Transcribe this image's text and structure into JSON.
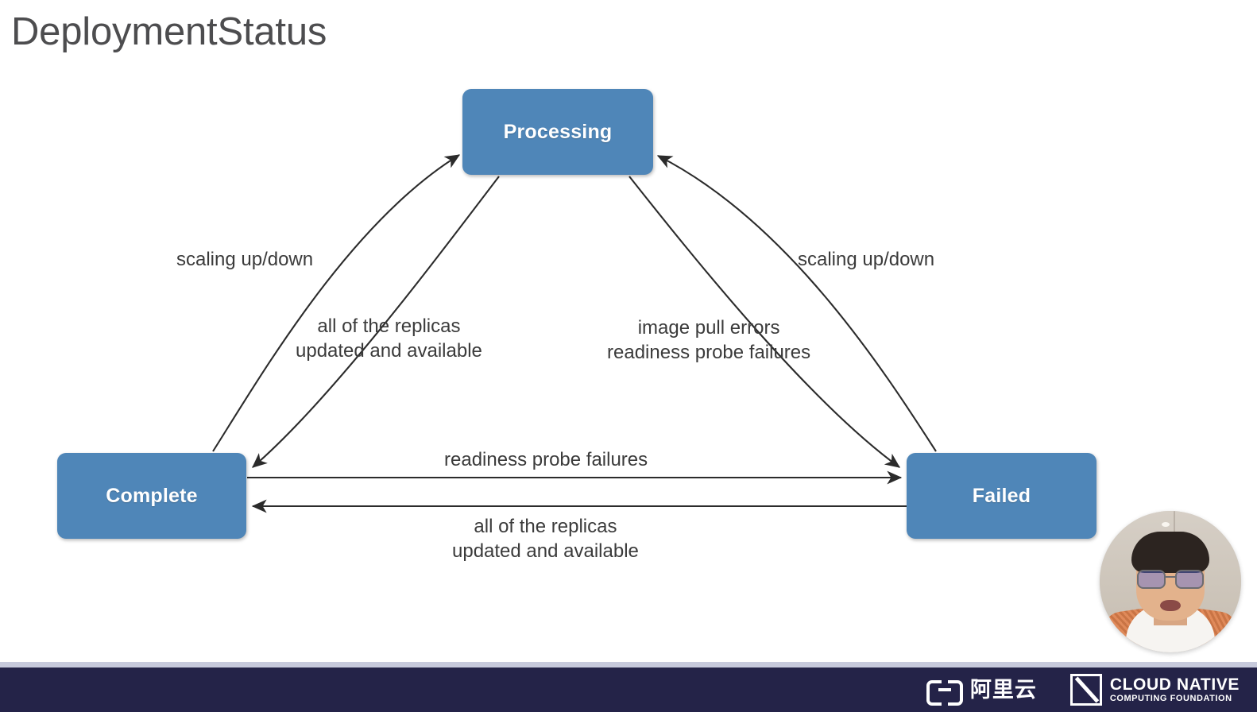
{
  "slide": {
    "title": "DeploymentStatus",
    "background_color": "#ffffff"
  },
  "diagram": {
    "type": "state-transition-diagram",
    "node_color": "#4f86b8",
    "node_text_color": "#ffffff",
    "edge_color": "#2b2b2b",
    "label_text_color": "#3b3b3b",
    "nodes": [
      {
        "id": "processing",
        "label": "Processing"
      },
      {
        "id": "complete",
        "label": "Complete"
      },
      {
        "id": "failed",
        "label": "Failed"
      }
    ],
    "edges": [
      {
        "id": "complete-to-processing",
        "from": "complete",
        "to": "processing",
        "label_lines": [
          "scaling up/down"
        ]
      },
      {
        "id": "processing-to-complete",
        "from": "processing",
        "to": "complete",
        "label_lines": [
          "all of the replicas",
          "updated and available"
        ]
      },
      {
        "id": "processing-to-failed",
        "from": "processing",
        "to": "failed",
        "label_lines": [
          "image pull errors",
          "readiness probe failures"
        ]
      },
      {
        "id": "failed-to-processing",
        "from": "failed",
        "to": "processing",
        "label_lines": [
          "scaling up/down"
        ]
      },
      {
        "id": "complete-to-failed",
        "from": "complete",
        "to": "failed",
        "label_lines": [
          "readiness probe failures"
        ]
      },
      {
        "id": "failed-to-complete",
        "from": "failed",
        "to": "complete",
        "label_lines": [
          "all of the replicas",
          "updated and available"
        ]
      }
    ],
    "labels": {
      "left_scaling": "scaling up/down",
      "left_replicas_line1": "all of the replicas",
      "left_replicas_line2": "updated and available",
      "right_errors_line1": "image pull errors",
      "right_errors_line2": "readiness probe failures",
      "right_scaling": "scaling up/down",
      "mid_readiness": "readiness probe failures",
      "mid_replicas_line1": "all of the replicas",
      "mid_replicas_line2": "updated and available"
    }
  },
  "webcam": {
    "name": "presenter-webcam"
  },
  "footer": {
    "background_color": "#242348",
    "aliyun_text": "阿里云",
    "cncf_top": "CLOUD NATIVE",
    "cncf_sub": "COMPUTING FOUNDATION"
  }
}
